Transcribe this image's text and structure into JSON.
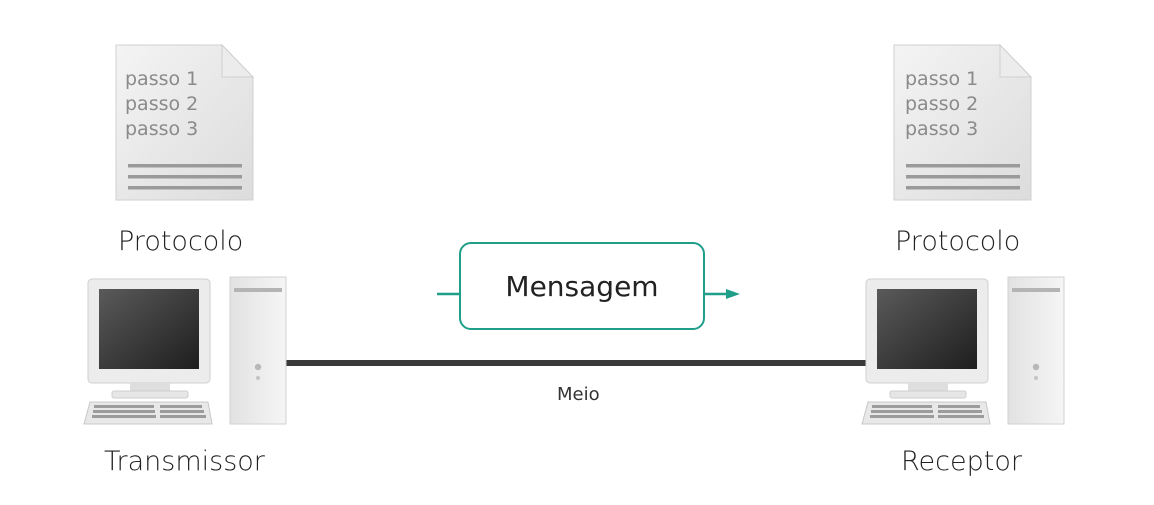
{
  "sender": {
    "protocol_steps": [
      "passo 1",
      "passo 2",
      "passo 3"
    ],
    "protocol_label": "Protocolo",
    "device_label": "Transmissor"
  },
  "receiver": {
    "protocol_steps": [
      "passo 1",
      "passo 2",
      "passo 3"
    ],
    "protocol_label": "Protocolo",
    "device_label": "Receptor"
  },
  "message": {
    "label": "Mensagem"
  },
  "medium": {
    "label": "Meio"
  },
  "colors": {
    "accent": "#1f9e89",
    "medium_line": "#3a3a3a"
  },
  "icons": [
    "document-icon",
    "computer-icon",
    "arrow-right-icon"
  ]
}
